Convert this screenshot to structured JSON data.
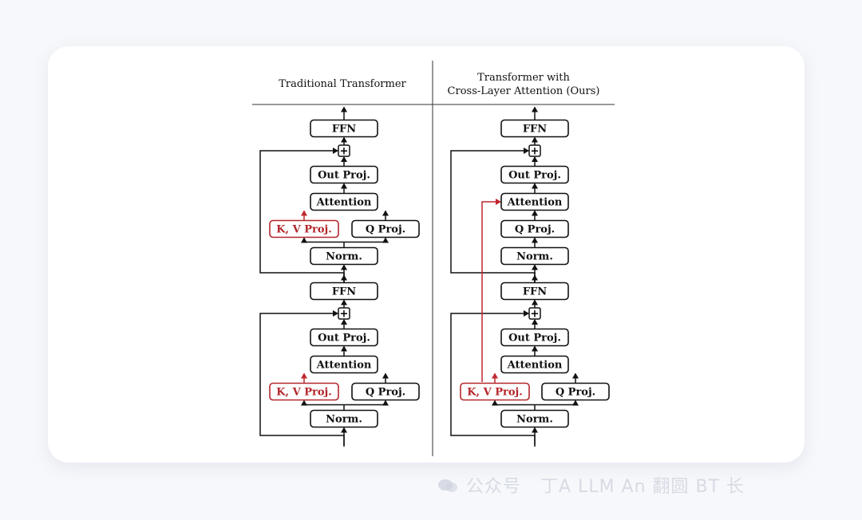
{
  "headers": {
    "left": [
      "Traditional Transformer"
    ],
    "right": [
      "Transformer with",
      "Cross-Layer Attention (Ours)"
    ]
  },
  "labels": {
    "ffn": "FFN",
    "plus": "+",
    "out_proj": "Out Proj.",
    "attention": "Attention",
    "kv_proj": "K, V Proj.",
    "q_proj": "Q Proj.",
    "norm": "Norm."
  },
  "colors": {
    "line": "#111111",
    "kv_highlight": "#b3262b"
  },
  "watermark": {
    "platform": "公众号",
    "account": "丁A LLM An 翻圆 BT 长"
  }
}
